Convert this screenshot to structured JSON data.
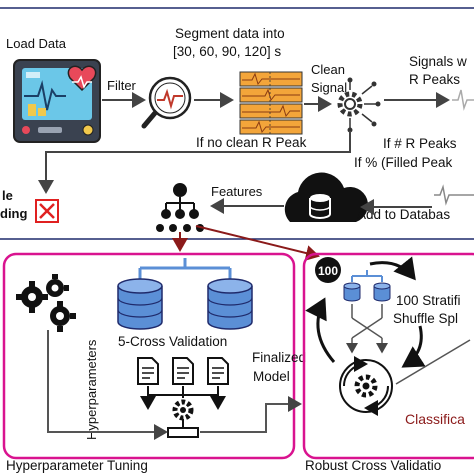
{
  "top": {
    "load_data": "Load Data",
    "filter": "Filter",
    "segment_line1": "Segment data into",
    "segment_line2": "[30, 60, 90, 120] s",
    "clean_signal_line1": "Clean",
    "clean_signal_line2": "Signal",
    "signals_line1": "Signals w",
    "signals_line2": "R Peaks",
    "if_no_clean": "If no clean R Peak",
    "if_num_r_peaks": "If # R Peaks",
    "if_pct_filled": "If % (Filled Peak",
    "features": "Features",
    "add_to_database": "Add to Databas",
    "discard_line1": "le",
    "discard_line2": "ding"
  },
  "left_panel": {
    "title": "Hyperparameter Tuning",
    "cross_validation": "5-Cross Validation",
    "hyperparameters": "Hyperparameters",
    "finalized_line1": "Finalized",
    "finalized_line2": "Model"
  },
  "right_panel": {
    "title": "Robust Cross Validatio",
    "badge": "100",
    "stratified_line1": "100 Stratifi",
    "stratified_line2": "Shuffle Spl",
    "classification": "Classifica"
  },
  "colors": {
    "magenta": "#d9138f",
    "dark_red": "#8b1a1a",
    "navy": "#1f2a6b",
    "db_blue": "#5b8fd6",
    "gray_arrow": "#555555"
  }
}
